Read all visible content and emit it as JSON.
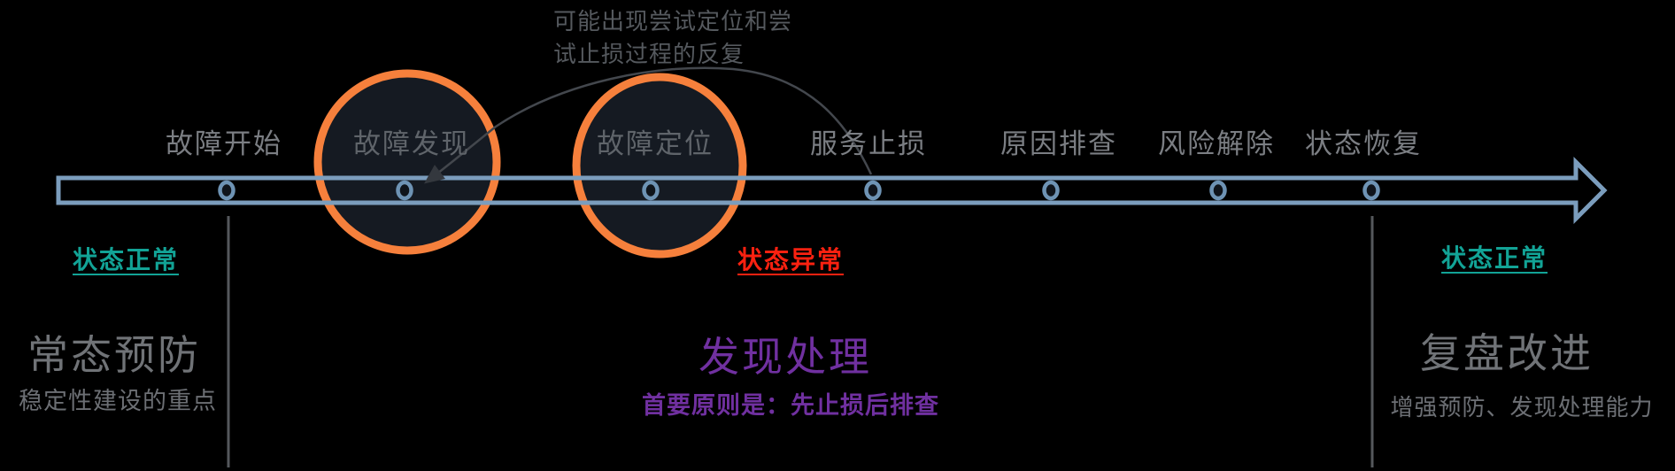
{
  "colors": {
    "timeline_blue": "#7b9dbd",
    "ring_blue": "#6e93b4",
    "highlight_orange": "#f6803c",
    "highlight_fill": "#151a22",
    "status_ok_teal": "#12a396",
    "status_error_red": "#fb2110",
    "phase_purple": "#7030a0",
    "milestone_label_gray": "#7b7e83",
    "dim_label_gray": "#5f646a",
    "title_gray": "#707377",
    "annotation_gray": "#55595e",
    "curve_gray": "#43474d",
    "divider_gray": "#55585c"
  },
  "annotation": {
    "lines": [
      "可能出现尝试定位和尝",
      "试止损过程的反复"
    ]
  },
  "timeline": {
    "milestones": [
      {
        "label": "故障开始",
        "highlighted": false
      },
      {
        "label": "故障发现",
        "highlighted": true
      },
      {
        "label": "故障定位",
        "highlighted": true
      },
      {
        "label": "服务止损",
        "highlighted": false
      },
      {
        "label": "原因排查",
        "highlighted": false
      },
      {
        "label": "风险解除",
        "highlighted": false
      },
      {
        "label": "状态恢复",
        "highlighted": false
      }
    ]
  },
  "phases": [
    {
      "status": "状态正常",
      "title": "常态预防",
      "subtitle": "稳定性建设的重点"
    },
    {
      "status": "状态异常",
      "title": "发现处理",
      "subtitle": "首要原则是：先止损后排查"
    },
    {
      "status": "状态正常",
      "title": "复盘改进",
      "subtitle": "增强预防、发现处理能力"
    }
  ]
}
